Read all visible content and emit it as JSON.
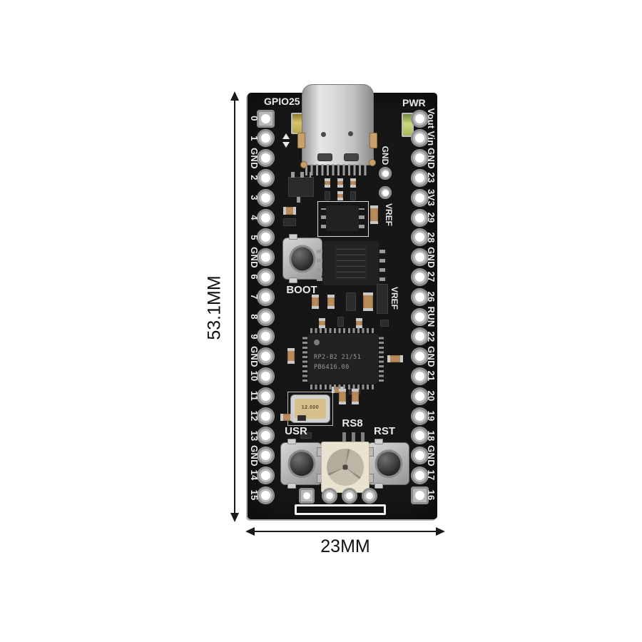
{
  "annotations": {
    "height_label": "53.1MM",
    "width_label": "23MM"
  },
  "board": {
    "top": {
      "gpio_led_label": "GPIO25",
      "power_led_label": "PWR"
    },
    "usb_gnd_label": "GND",
    "left_pins": [
      "0",
      "1",
      "GND",
      "2",
      "3",
      "4",
      "5",
      "GND",
      "6",
      "7",
      "8",
      "9",
      "GND",
      "10",
      "11",
      "12",
      "13",
      "GND",
      "14",
      "15"
    ],
    "right_pins": [
      "Vout",
      "Vin",
      "GND",
      "23",
      "3V3",
      "29",
      "28",
      "GND",
      "27",
      "26",
      "RUN",
      "22",
      "GND",
      "21",
      "20",
      "19",
      "18",
      "GND",
      "17",
      "16"
    ],
    "vref_label_upper": "VREF",
    "vref_label_lower": "VREF",
    "boot_label": "BOOT",
    "usr_label": "USR",
    "rst_label": "RST",
    "rs8_label": "RS8",
    "mcu": {
      "marking_line1": "RP2-B2  21/51",
      "marking_line2": "PB6416.00"
    },
    "crystal_marking": "12.000"
  },
  "colors": {
    "background": "#ffffff",
    "pcb": "#161616",
    "silkscreen": "#e9e9e9",
    "pad_hole": "#ffffff",
    "usb_metal": "#c9c9c9",
    "annotation_ink": "#1a1a1a",
    "resistor_body": "#b98a5a",
    "crystal_center": "#d8c08c",
    "rgb_led_body": "#eae2d0"
  }
}
